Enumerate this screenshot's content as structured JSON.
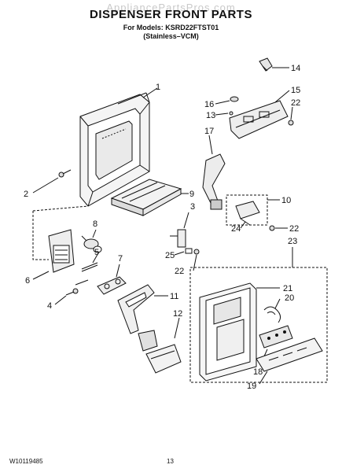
{
  "header": {
    "watermark": "AppliancePartsPros.com",
    "title": "DISPENSER FRONT PARTS",
    "models": "For Models: KSRD22FTST01",
    "finish": "(Stainless–VCM)"
  },
  "footer": {
    "doc_number": "W10119485",
    "page_number": "13"
  },
  "callouts": {
    "c1": "1",
    "c2": "2",
    "c3": "3",
    "c4": "4",
    "c5": "5",
    "c6": "6",
    "c7": "7",
    "c8": "8",
    "c9": "9",
    "c10": "10",
    "c11": "11",
    "c12": "12",
    "c13": "13",
    "c14": "14",
    "c15": "15",
    "c16": "16",
    "c17": "17",
    "c18": "18",
    "c19": "19",
    "c20": "20",
    "c21": "21",
    "c22a": "22",
    "c22b": "22",
    "c22c": "22",
    "c23": "23",
    "c24": "24",
    "c25": "25"
  }
}
